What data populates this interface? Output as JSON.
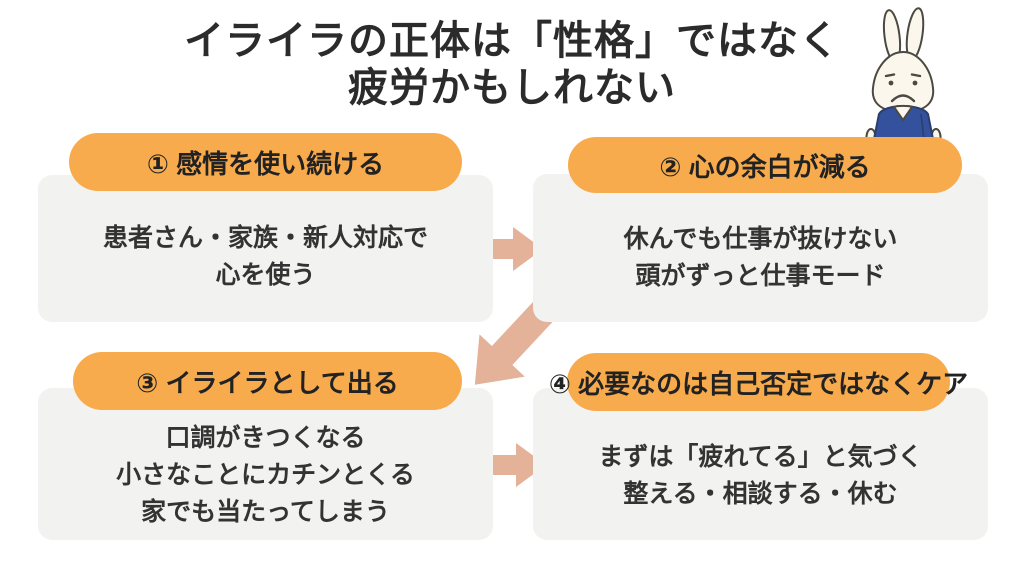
{
  "title": {
    "line1": "イライラの正体は「性格」ではなく",
    "line2": "疲労かもしれない"
  },
  "cards": [
    {
      "header": "① 感情を使い続ける",
      "lines": [
        "患者さん・家族・新人対応で",
        "心を使う"
      ]
    },
    {
      "header": "② 心の余白が減る",
      "lines": [
        "休んでも仕事が抜けない",
        "頭がずっと仕事モード"
      ]
    },
    {
      "header": "③ イライラとして出る",
      "lines": [
        "口調がきつくなる",
        "小さなことにカチンとくる",
        "家でも当たってしまう"
      ]
    },
    {
      "header": "④ 必要なのは自己否定ではなくケア",
      "lines": [
        "まずは「疲れてる」と気づく",
        "整える・相談する・休む"
      ]
    }
  ],
  "mascot": {
    "description": "sad-rabbit-in-blue-scrubs"
  },
  "colors": {
    "header_pill": "#F7AB4D",
    "card_bg": "#F2F2F0",
    "arrow": "#E4B199",
    "text": "#2F2F2F",
    "background": "#FFFFFF",
    "mascot_shirt": "#34519E",
    "mascot_body": "#FBF7EC"
  }
}
